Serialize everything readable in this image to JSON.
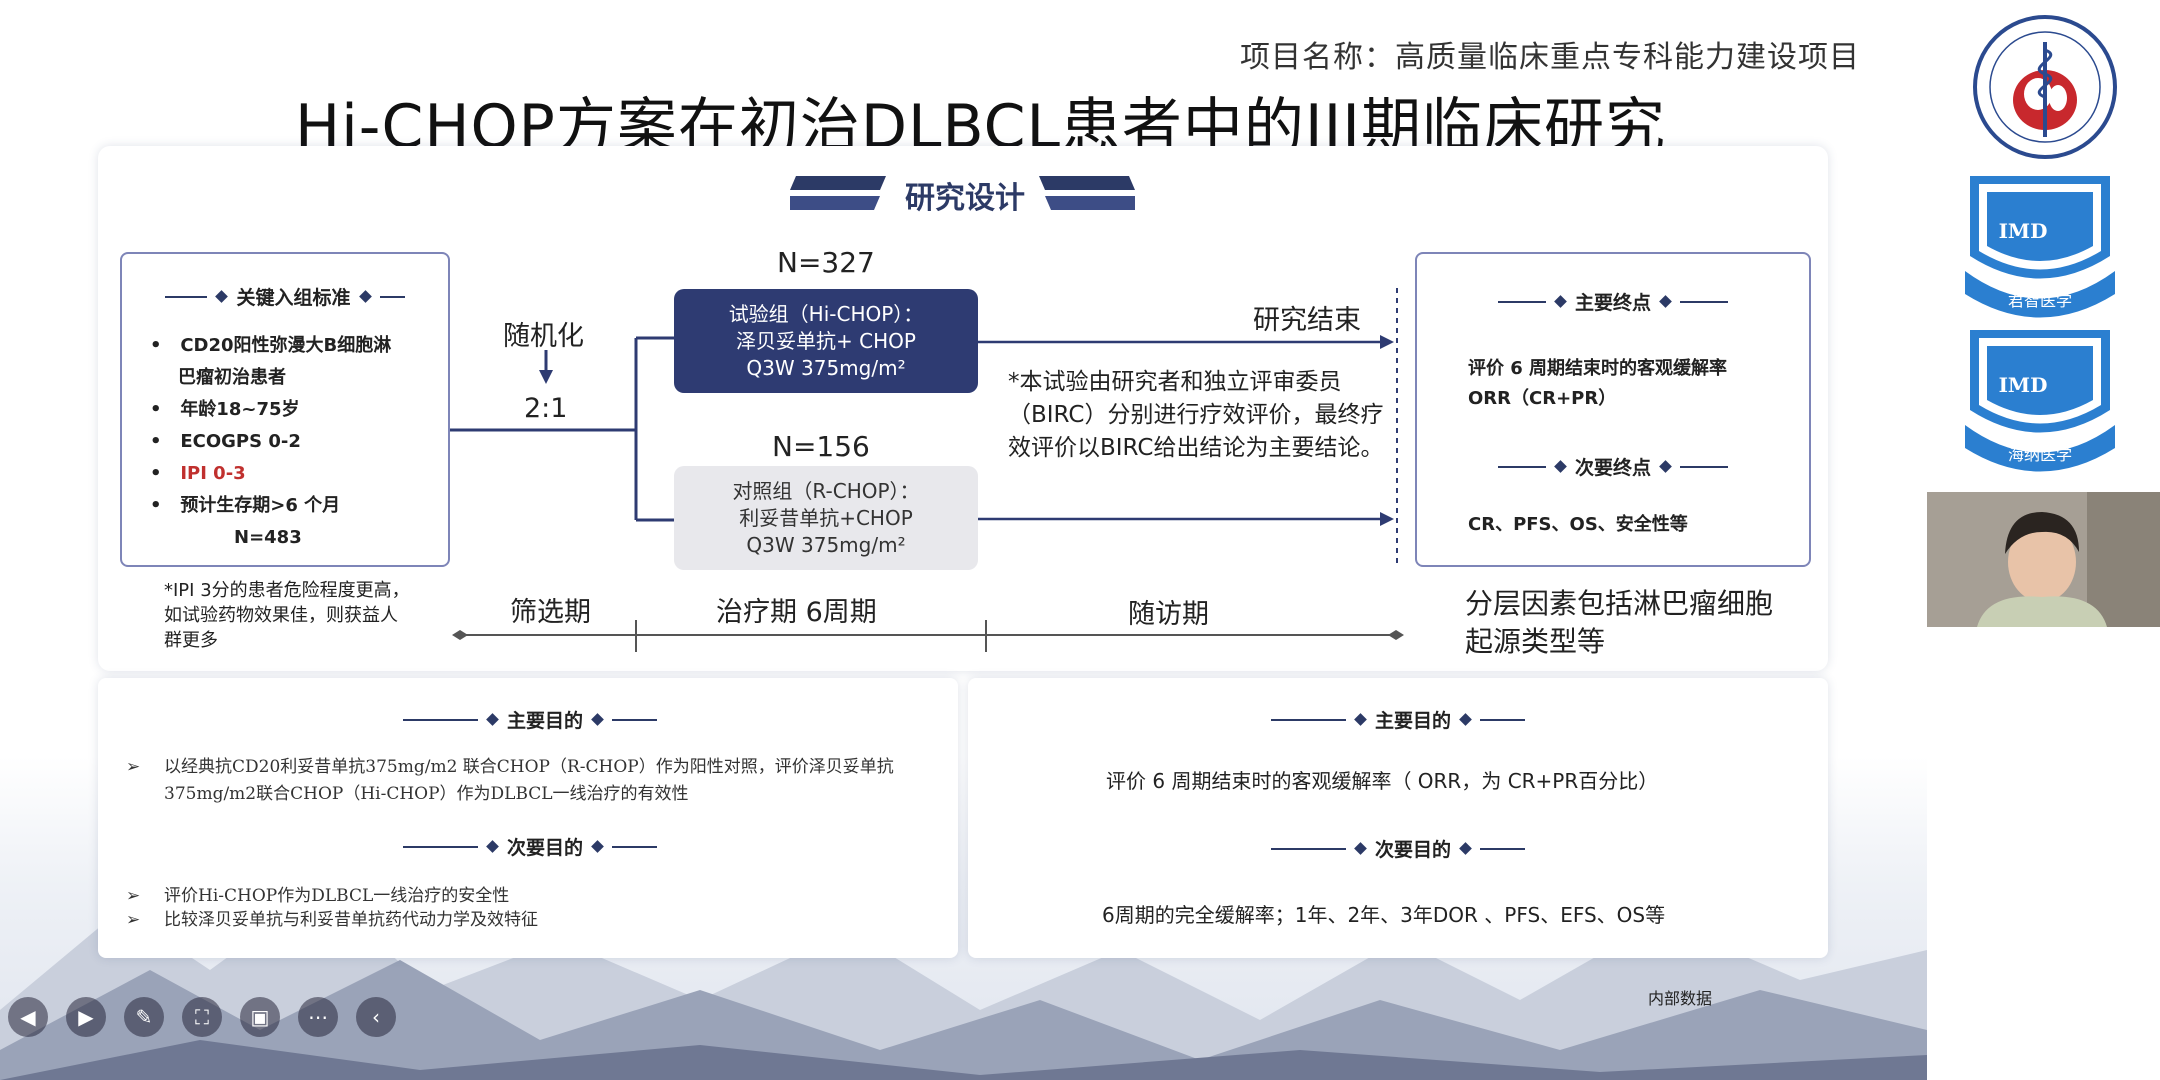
{
  "header": {
    "project_name": "项目名称：高质量临床重点专科能力建设项目",
    "title": "Hi-CHOP方案在初治DLBCL患者中的III期临床研究"
  },
  "design": {
    "section_title": "研究设计",
    "inclusion": {
      "heading": "关键入组标准",
      "items": [
        "CD20阳性弥漫大B细胞淋",
        "巴瘤初治患者",
        "年龄18~75岁",
        "ECOGPS 0-2",
        "IPI 0-3",
        "预计生存期>6 个月",
        "N=483"
      ]
    },
    "randomize": "随机化",
    "ratio": "2:1",
    "arm_exp": {
      "n": "N=327",
      "line1": "试验组（Hi-CHOP）：",
      "line2": "泽贝妥单抗+ CHOP",
      "line3": "Q3W 375mg/m²"
    },
    "arm_ctl": {
      "n": "N=156",
      "line1": "对照组（R-CHOP）：",
      "line2": "利妥昔单抗+CHOP",
      "line3": "Q3W 375mg/m²"
    },
    "study_end": "研究结束",
    "irc_note": "*本试验由研究者和独立评审委员（BIRC）分别进行疗效评价，最终疗效评价以BIRC给出结论为主要结论。",
    "endpoints": {
      "primary_heading": "主要终点",
      "primary_line1": "评价 6 周期结束时的客观缓解率",
      "primary_line2": "ORR（CR+PR）",
      "secondary_heading": "次要终点",
      "secondary_text": "CR、PFS、OS、安全性等"
    },
    "ipi_note": "*IPI 3分的患者危险程度更高，如试验药物效果佳，则获益人群更多",
    "phases": [
      "筛选期",
      "治疗期 6周期",
      "随访期"
    ],
    "stratify_note": "分层因素包括淋巴瘤细胞起源类型等"
  },
  "objectives_left": {
    "primary_heading": "主要目的",
    "primary_bullet": "➢",
    "primary_line1": "以经典抗CD20利妥昔单抗375mg/m2 联合CHOP（R-CHOP）作为阳性对照，评价泽贝妥单抗",
    "primary_line2": "375mg/m2联合CHOP（Hi-CHOP）作为DLBCL一线治疗的有效性",
    "secondary_heading": "次要目的",
    "secondary_items": [
      "评价Hi-CHOP作为DLBCL一线治疗的安全性",
      "比较泽贝妥单抗与利妥昔单抗药代动力学及效特征"
    ]
  },
  "objectives_right": {
    "primary_heading": "主要目的",
    "primary_text": "评价 6 周期结束时的客观缓解率（ ORR，为 CR+PR百分比）",
    "secondary_heading": "次要目的",
    "secondary_text": "6周期的完全缓解率；1年、2年、3年DOR 、PFS、EFS、OS等"
  },
  "footer": {
    "internal": "内部数据"
  },
  "logos": {
    "foundation_icon": "medical-foundation-logo",
    "shield1_label": "君智医学",
    "shield2_label": "海纳医学",
    "shield_text": "IMD"
  },
  "colors": {
    "navy": "#2e3b72",
    "accent_red": "#c0302e",
    "border": "#7e85b8",
    "logo_red": "#c8282d",
    "shield_blue": "#2b7fd0"
  }
}
